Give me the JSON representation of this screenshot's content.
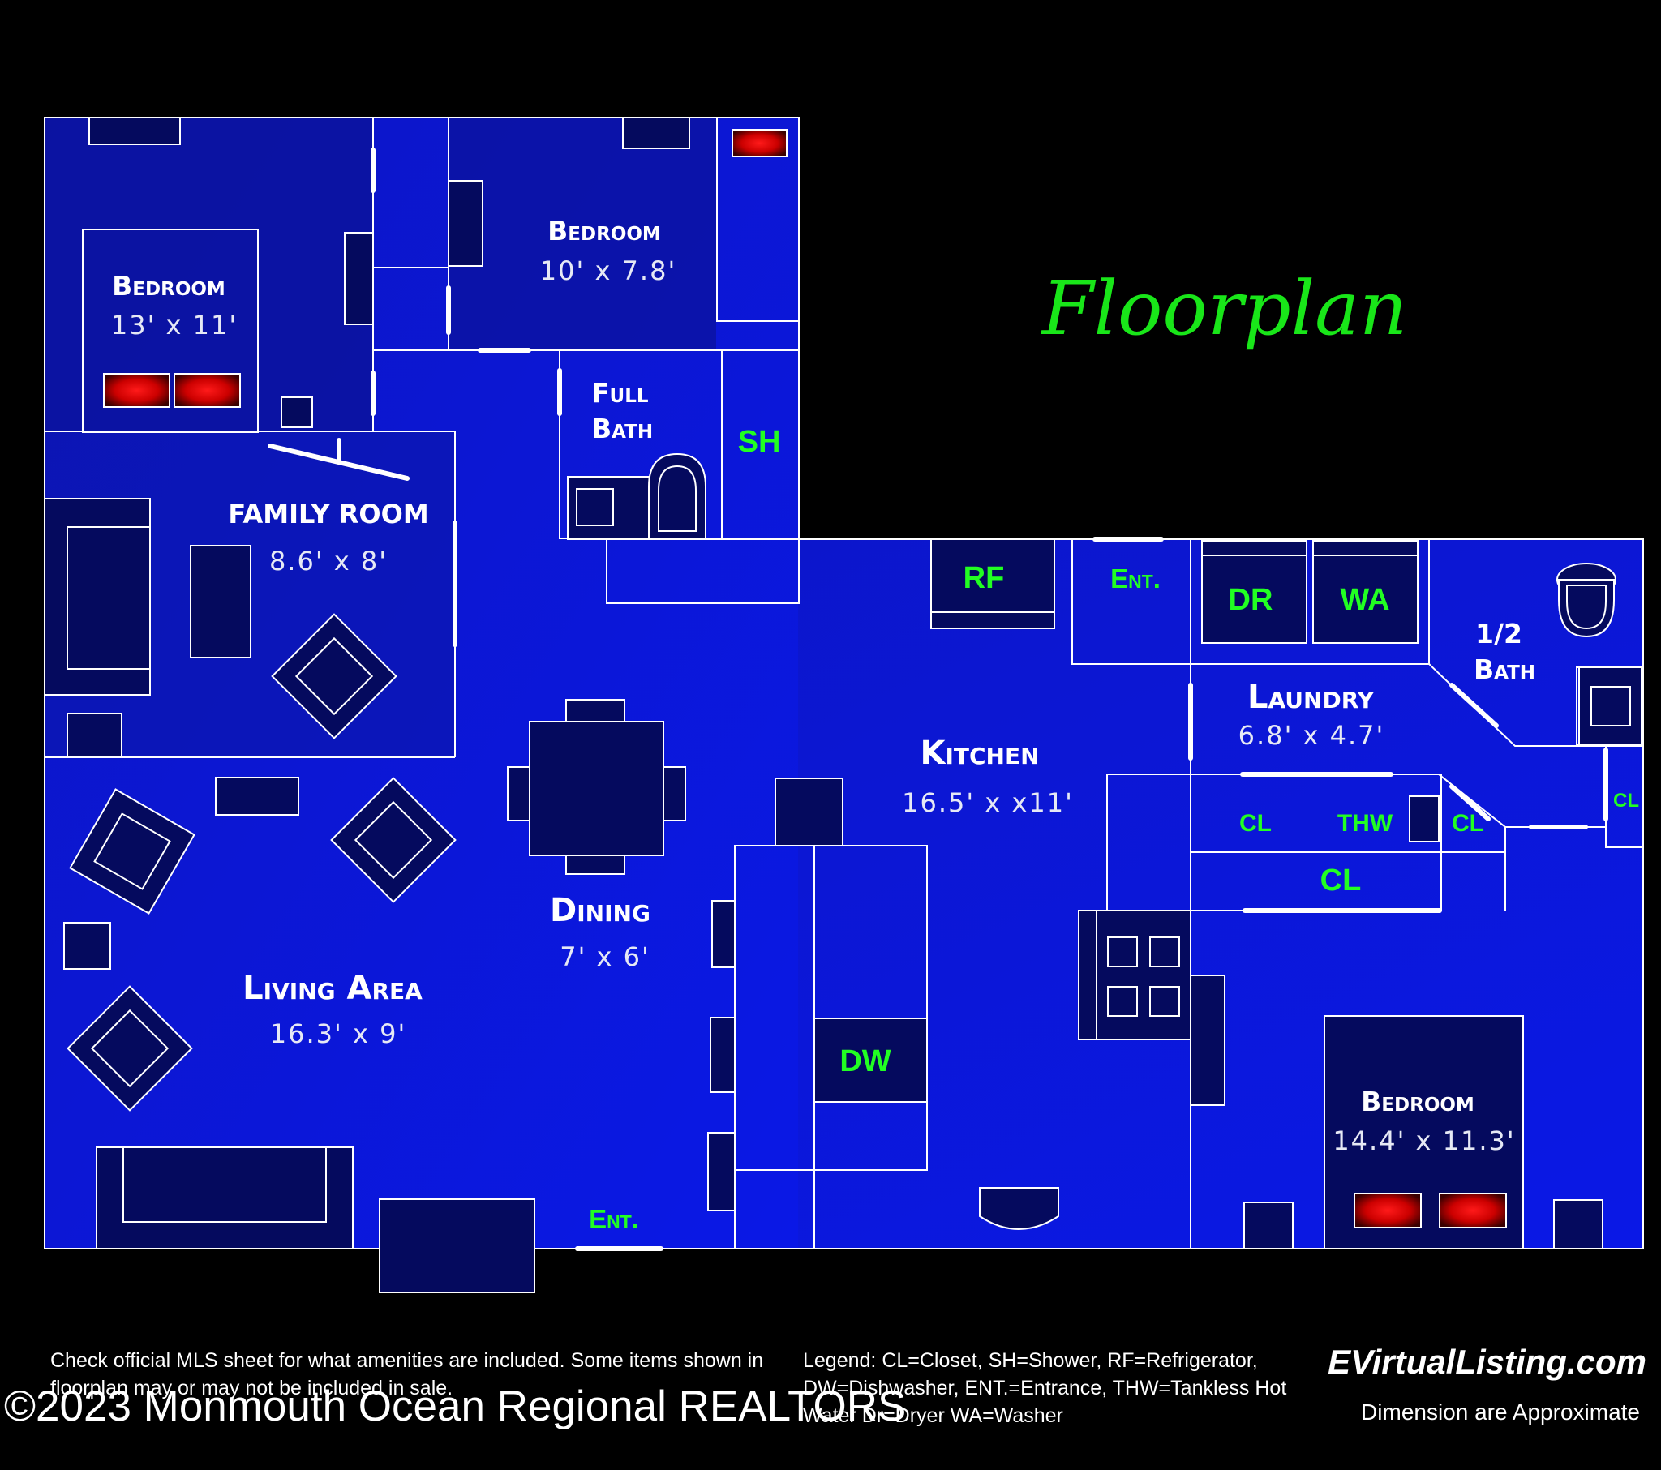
{
  "title": "Floorplan",
  "rooms": [
    {
      "name": "Bedroom",
      "dim": "13' x 11'"
    },
    {
      "name": "Bedroom",
      "dim": "10' x 7.8'"
    },
    {
      "name": "Full",
      "name2": "Bath"
    },
    {
      "name": "FAMILY ROOM",
      "dim": "8.6' x 8'"
    },
    {
      "name": "Living Area",
      "dim": "16.3' x 9'"
    },
    {
      "name": "Dining",
      "dim": "7' x 6'"
    },
    {
      "name": "Kitchen",
      "dim": "16.5' x x11'"
    },
    {
      "name": "Laundry",
      "dim": "6.8' x 4.7'"
    },
    {
      "name": "1/2",
      "name2": "Bath"
    },
    {
      "name": "Bedroom",
      "dim": "14.4' x 11.3'"
    }
  ],
  "codes": {
    "sh": "SH",
    "rf": "RF",
    "ent_top": "Ent.",
    "dr": "DR",
    "wa": "WA",
    "cl_1": "CL",
    "thw": "THW",
    "cl_2": "CL",
    "cl_3": "CL",
    "cl_4": "CL",
    "dw": "DW",
    "ent_bottom": "Ent."
  },
  "disclaimer": "Check official MLS sheet for what amenities are included. Some items shown in floorplan may or may not be included in sale.",
  "legend": "Legend: CL=Closet, SH=Shower, RF=Refrigerator, DW=Dishwasher, ENT.=Entrance,  THW=Tankless Hot Water Dr=Dryer WA=Washer",
  "brand": "EVirtualListing.com",
  "approx_note": "Dimension are Approximate",
  "copyright": "©2023 Monmouth Ocean Regional REALTORS",
  "colors": {
    "background": "#000000",
    "floor": "#0a15d6",
    "furniture": "#050a5e",
    "wall": "#ffffff",
    "code_green": "#22ff22",
    "title_green": "#19e619",
    "heat_red": "#dd0000"
  }
}
